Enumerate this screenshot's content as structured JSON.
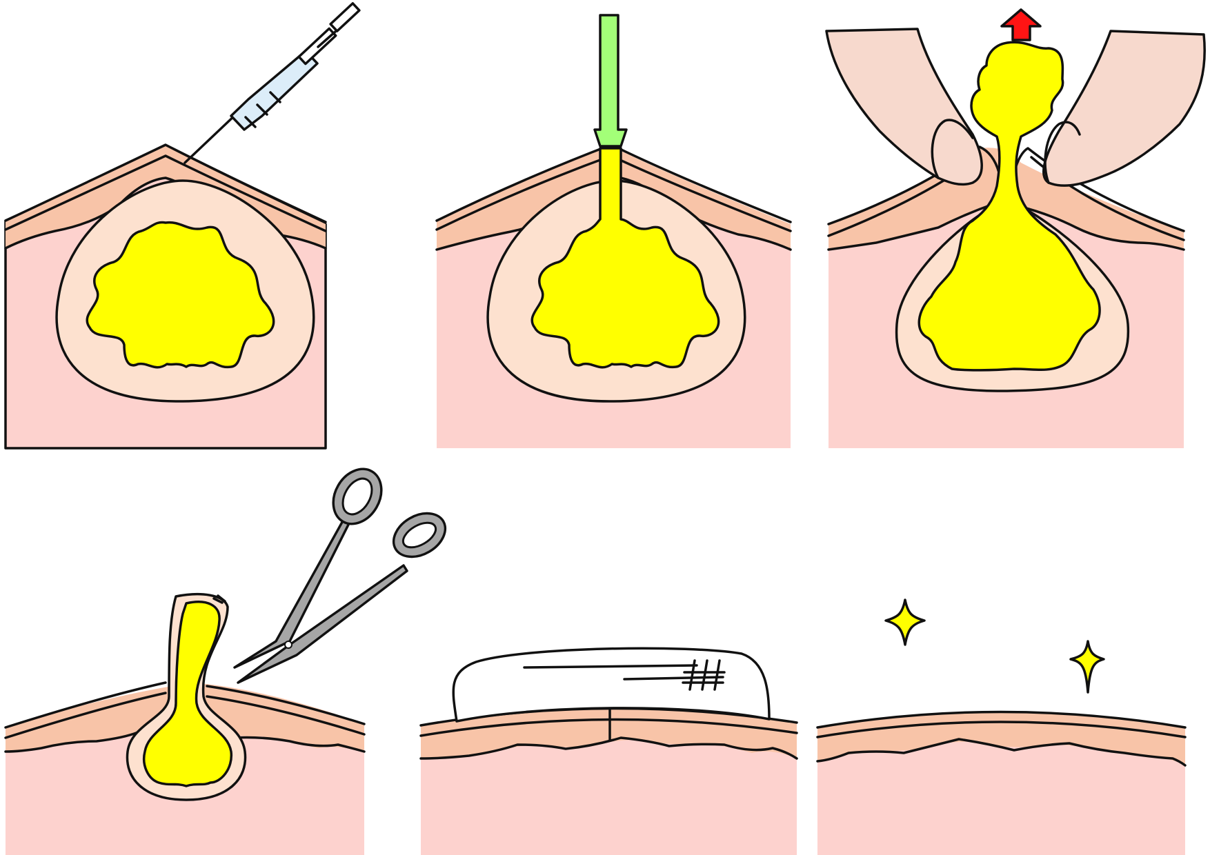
{
  "figure": {
    "steps": [
      {
        "id": "local-anesthesia-injection"
      },
      {
        "id": "punch-incision"
      },
      {
        "id": "squeeze-out-contents"
      },
      {
        "id": "cut-out-cyst-wall"
      },
      {
        "id": "dressing-applied"
      },
      {
        "id": "healed-skin"
      }
    ]
  },
  "colors": {
    "background": "#ffffff",
    "tissue": "#fdd2ce",
    "skin_layer": "#f8c4a8",
    "cyst_wall": "#fde1cf",
    "cyst_contents": "#ffff00",
    "syringe_barrel": "#dcedf9",
    "punch_tool": "#a3ff78",
    "extraction_arrow": "#ff1414",
    "finger": "#f7d9cd",
    "scissors": "#a6a6a6",
    "dressing": "#ffffff",
    "sparkle": "#ffff00",
    "outline": "#111111"
  },
  "icons": {
    "injection": "syringe-icon",
    "punch": "punch-tool-icon",
    "extract": "up-arrow-icon",
    "fingers": "finger-icon",
    "cut": "scissors-icon",
    "bandage": "bandage-icon",
    "sparkle": "sparkle-icon"
  }
}
